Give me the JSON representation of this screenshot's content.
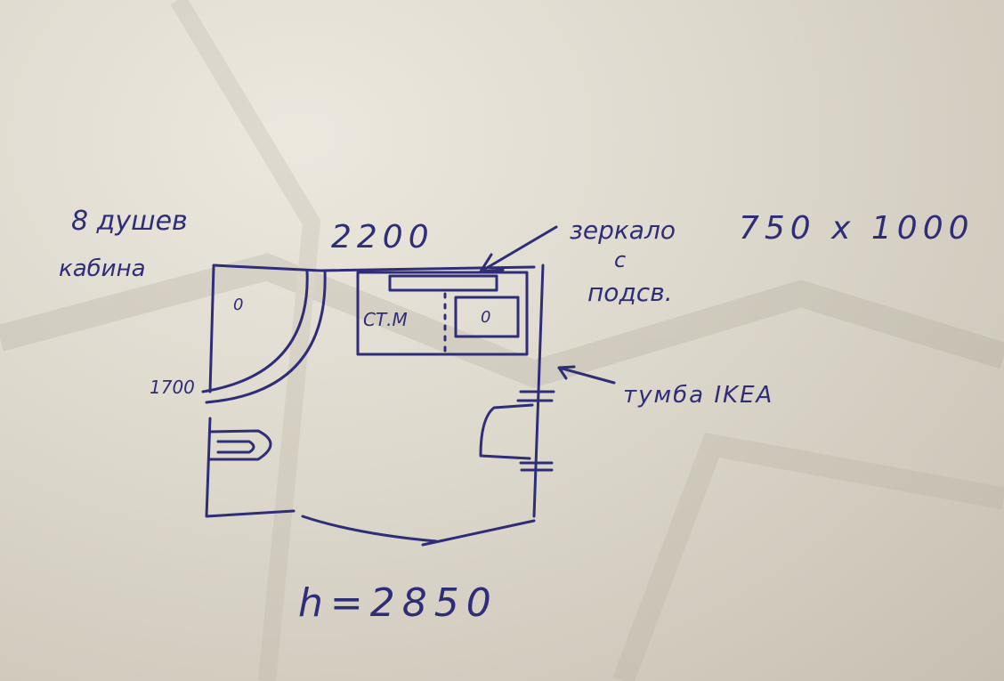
{
  "sketch": {
    "shower_label_line1": "8 душев",
    "shower_label_line2": "кабина",
    "top_dimension": "2200",
    "left_dimension": "1700",
    "mirror_label": "зеркало",
    "mirror_size": "750 x 1000",
    "mirror_note_line1": "с",
    "mirror_note_line2": "подсв.",
    "washer_label": "СТ.М",
    "shower_mark": "0",
    "sink_mark": "0",
    "cabinet_label": "тумба IKEA",
    "height_label": "h=2850"
  },
  "colors": {
    "ink": "#2e2d78",
    "paper": "#ddd8cc"
  }
}
